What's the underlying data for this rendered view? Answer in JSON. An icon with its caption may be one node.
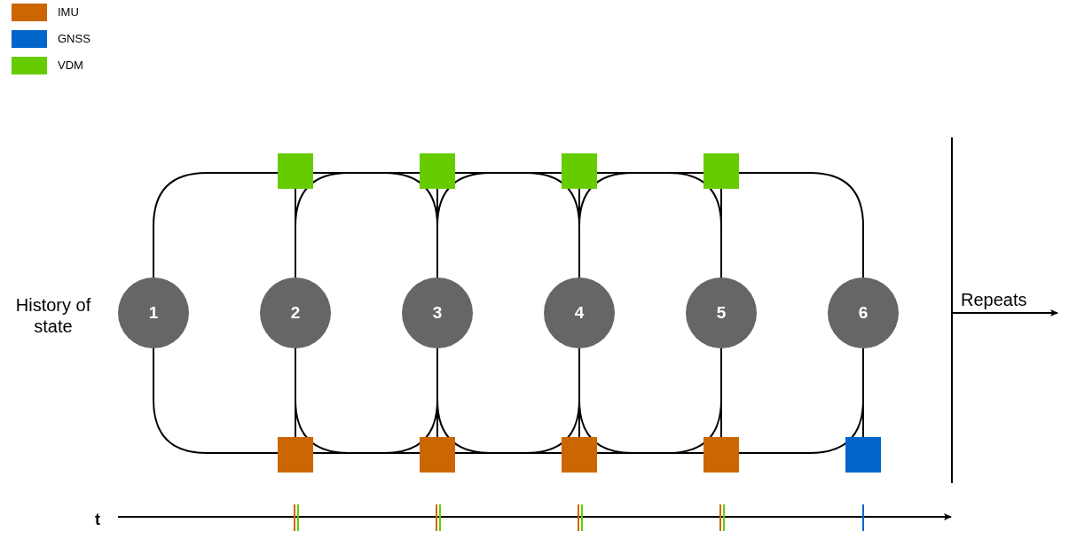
{
  "diagram": {
    "nodes": [
      {
        "text": [],
        "shape": "box"
      },
      {
        "text": [],
        "shape": "box"
      },
      {
        "text": [],
        "shape": "box"
      },
      {
        "text": [],
        "shape": "box"
      },
      {
        "text": [
          "1"
        ]
      },
      {
        "text": [
          "2"
        ]
      },
      {
        "text": [
          "3"
        ]
      },
      {
        "text": [
          "4"
        ]
      },
      {
        "text": [
          "5"
        ]
      },
      {
        "text": [
          "6"
        ]
      },
      {
        "text": [],
        "shape": "box"
      },
      {
        "text": [],
        "shape": "box"
      },
      {
        "text": [],
        "shape": "box"
      },
      {
        "text": [],
        "shape": "box"
      },
      {
        "text": [],
        "shape": "box"
      }
    ],
    "edges": [
      {
        "from": 0,
        "to": 4,
        "arrow": "none"
      },
      {
        "from": 0,
        "to": 5,
        "arrow": "none"
      },
      {
        "from": 0,
        "to": 6,
        "arrow": "none"
      },
      {
        "from": 1,
        "to": 5,
        "arrow": "none"
      },
      {
        "from": 1,
        "to": 6,
        "arrow": "none"
      },
      {
        "from": 1,
        "to": 7,
        "arrow": "none"
      },
      {
        "from": 2,
        "to": 6,
        "arrow": "none"
      },
      {
        "from": 2,
        "to": 7,
        "arrow": "none"
      },
      {
        "from": 2,
        "to": 8,
        "arrow": "none"
      },
      {
        "from": 3,
        "to": 7,
        "arrow": "none"
      },
      {
        "from": 3,
        "to": 8,
        "arrow": "none"
      },
      {
        "from": 3,
        "to": 9,
        "arrow": "none"
      },
      {
        "from": 10,
        "to": 4,
        "arrow": "none"
      },
      {
        "from": 10,
        "to": 5,
        "arrow": "none"
      },
      {
        "from": 10,
        "to": 6,
        "arrow": "none"
      },
      {
        "from": 11,
        "to": 5,
        "arrow": "none"
      },
      {
        "from": 11,
        "to": 6,
        "arrow": "none"
      },
      {
        "from": 11,
        "to": 7,
        "arrow": "none"
      },
      {
        "from": 12,
        "to": 6,
        "arrow": "none"
      },
      {
        "from": 12,
        "to": 7,
        "arrow": "none"
      },
      {
        "from": 12,
        "to": 8,
        "arrow": "none"
      },
      {
        "from": 13,
        "to": 7,
        "arrow": "none"
      },
      {
        "from": 13,
        "to": 8,
        "arrow": "none"
      },
      {
        "from": 13,
        "to": 9,
        "arrow": "none"
      },
      {
        "from": 14,
        "to": 9,
        "arrow": "none"
      }
    ],
    "labels": [
      "History of state",
      "Repeats",
      "t"
    ],
    "legend": [
      {
        "text": "IMU",
        "color": "#cc6600"
      },
      {
        "text": "GNSS",
        "color": "#0066cc"
      },
      {
        "text": "VDM",
        "color": "#66cc00"
      }
    ]
  }
}
